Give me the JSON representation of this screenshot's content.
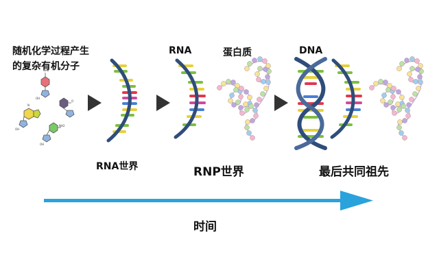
{
  "origin_label": {
    "line1": "随机化学过程产生",
    "line2": "的复杂有机分子"
  },
  "molecule_labels": {
    "nh2": "NH2",
    "oh": "OH",
    "n": "N",
    "o": "O"
  },
  "labels": {
    "rna": "RNA",
    "protein": "蛋白质",
    "dna": "DNA"
  },
  "stages": {
    "rna_world": "RNA世界",
    "rnp_world": "RNP世界",
    "luca": "最后共同祖先"
  },
  "axis": {
    "label": "时间"
  },
  "colors": {
    "helix_backbone": "#2f4d7a",
    "arrow": "#2aa2dc",
    "triangle": "#333333",
    "base_yellow": "#e6d13a",
    "base_green": "#7cbf3f",
    "base_red": "#e2384c",
    "base_pink": "#d04a9b",
    "base_blue": "#4a7fd1"
  }
}
